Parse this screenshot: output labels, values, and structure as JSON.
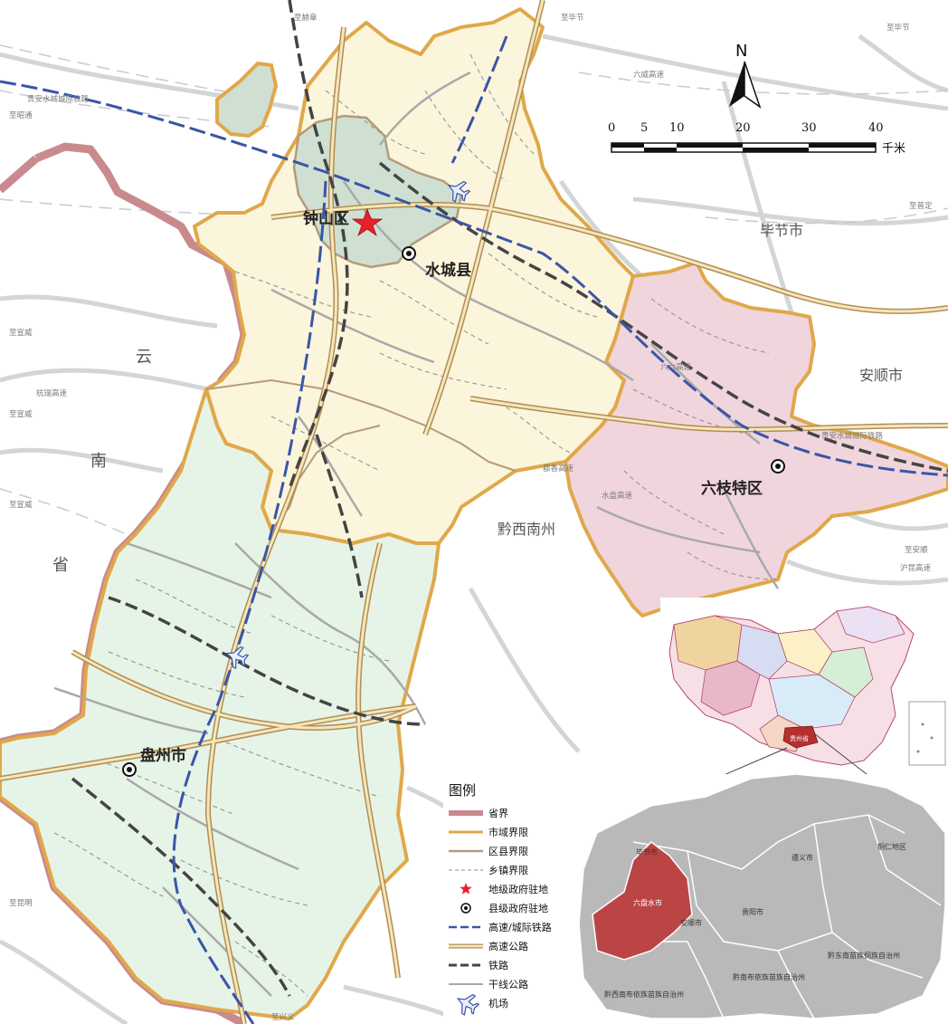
{
  "north_label": "N",
  "scale": {
    "ticks": [
      "0",
      "5",
      "10",
      "20",
      "30",
      "40"
    ],
    "unit": "千米"
  },
  "places": {
    "zhongshan": "钟山区",
    "shuicheng": "水城县",
    "liuzhi": "六枝特区",
    "panzhou": "盘州市",
    "bijie": "毕节市",
    "anshun": "安顺市",
    "qianxinan": "黔西南州",
    "yun": "云",
    "nan": "南",
    "sheng": "省"
  },
  "roads": {
    "r1": "至赫章",
    "r2": "至毕节",
    "r3": "六威高速",
    "r4": "贵安水城城际铁路",
    "r5": "六六高速",
    "r6": "至宣威",
    "r7": "至宣威",
    "r8": "沪昆高速",
    "r9": "至兴义",
    "r10": "至昆明",
    "r11": "至安顺",
    "r12": "至普定",
    "r13": "水盘高速",
    "r14": "都香高速",
    "r15": "杭瑞高速",
    "r16": "至昭通"
  },
  "legend": {
    "title": "图例",
    "items": [
      {
        "label": "省界",
        "sym": "province"
      },
      {
        "label": "市域界限",
        "sym": "city"
      },
      {
        "label": "区县界限",
        "sym": "county"
      },
      {
        "label": "乡镇界限",
        "sym": "town"
      },
      {
        "label": "地级政府驻地",
        "sym": "star"
      },
      {
        "label": "县级政府驻地",
        "sym": "dot"
      },
      {
        "label": "高速/城际铁路",
        "sym": "hsr"
      },
      {
        "label": "高速公路",
        "sym": "highway"
      },
      {
        "label": "铁路",
        "sym": "rail"
      },
      {
        "label": "干线公路",
        "sym": "trunk"
      },
      {
        "label": "机场",
        "sym": "airport"
      }
    ]
  },
  "inset_china": {
    "highlight": "贵州省"
  },
  "inset_guizhou": {
    "highlight": "六盘水市",
    "labels": {
      "bijie": "毕节市",
      "zunyi": "遵义市",
      "tongren": "铜仁地区",
      "guiyang": "贵阳市",
      "anshun": "安顺市",
      "qiandongnan": "黔东南苗族侗族自治州",
      "qiannan": "黔南布依族苗族自治州",
      "qianxinan": "黔西南布依族苗族自治州"
    }
  },
  "colors": {
    "zhongshan": "#cfe0d2",
    "shuicheng": "#fbf5dc",
    "liuzhi": "#f1d5dc",
    "panzhou": "#e5f4e6",
    "province_border": "#c98a8e",
    "city_border": "#e0a84a",
    "inset_gray": "#b9b9b9",
    "inset_red": "#bb4545",
    "star": "#e8202a"
  }
}
